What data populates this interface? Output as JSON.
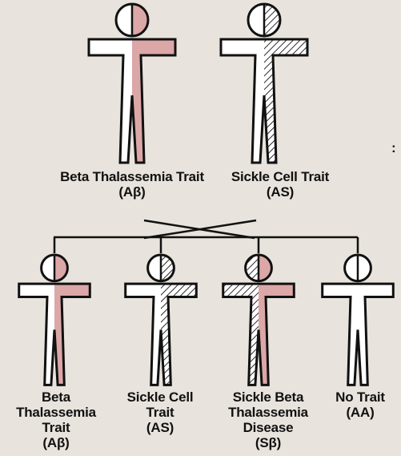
{
  "colors": {
    "background": "#e8e3dc",
    "beta_fill": "#dca7a7",
    "plain_fill": "#ffffff",
    "outline": "#111111",
    "hatch": "#111111"
  },
  "fragment": ":",
  "parents": [
    {
      "lines": [
        "Beta Thalassemia Trait",
        "(Aβ)"
      ],
      "left": "white",
      "right": "beta",
      "icon": "beta-thalassemia-trait-figure-icon"
    },
    {
      "lines": [
        "Sickle Cell Trait",
        "(AS)"
      ],
      "left": "white",
      "right": "hatch",
      "icon": "sickle-cell-trait-figure-icon"
    }
  ],
  "children": [
    {
      "lines": [
        "Beta",
        "Thalassemia",
        "Trait",
        "(Aβ)"
      ],
      "left": "white",
      "right": "beta",
      "icon": "beta-thalassemia-trait-figure-icon"
    },
    {
      "lines": [
        "Sickle Cell",
        "Trait",
        "(AS)"
      ],
      "left": "white",
      "right": "hatch",
      "icon": "sickle-cell-trait-figure-icon"
    },
    {
      "lines": [
        "Sickle Beta",
        "Thalassemia",
        "Disease",
        "(Sβ)"
      ],
      "left": "hatch",
      "right": "beta",
      "icon": "sickle-beta-thalassemia-figure-icon"
    },
    {
      "lines": [
        "No Trait",
        "(AA)"
      ],
      "left": "white",
      "right": "white",
      "icon": "no-trait-figure-icon"
    }
  ]
}
